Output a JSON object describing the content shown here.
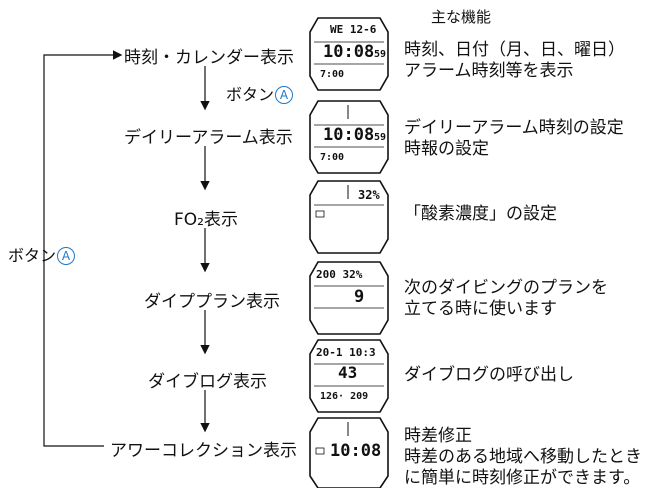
{
  "heading": "主な機能",
  "button": {
    "prefix": "ボタン",
    "symbol": "A"
  },
  "modes": [
    {
      "label": "時刻・カレンダー表示",
      "desc": [
        "時刻、日付（月、日、曜日）",
        "アラーム時刻等を表示"
      ]
    },
    {
      "label": "デイリーアラーム表示",
      "desc": [
        "デイリーアラーム時刻の設定",
        "時報の設定"
      ]
    },
    {
      "label": "FO₂表示",
      "desc": [
        "「酸素濃度」の設定"
      ]
    },
    {
      "label": "ダイププラン表示",
      "desc": [
        "次のダイビングのプランを",
        "立てる時に使います"
      ]
    },
    {
      "label": "ダイブログ表示",
      "desc": [
        "ダイブログの呼び出し"
      ]
    },
    {
      "label": "アワーコレクション表示",
      "desc": [
        "時差修正",
        "時差のある地域へ移動したとき",
        "に簡単に時刻修正ができます。"
      ]
    }
  ],
  "watches": [
    {
      "top": "WE 12-6",
      "main": "10:08",
      "sec": "59",
      "bottom": "7:00"
    },
    {
      "top": "",
      "main": "10:08",
      "sec": "59",
      "bottom": "7:00"
    },
    {
      "top": "32%",
      "main": "",
      "sec": "",
      "bottom": ""
    },
    {
      "top": "200  32%",
      "main": "9",
      "sec": "",
      "bottom": ""
    },
    {
      "top": "20-1 10:3",
      "main": "43",
      "sec": "",
      "bottom": "126· 209"
    },
    {
      "top": "",
      "main": "10:08",
      "sec": "",
      "bottom": ""
    }
  ]
}
